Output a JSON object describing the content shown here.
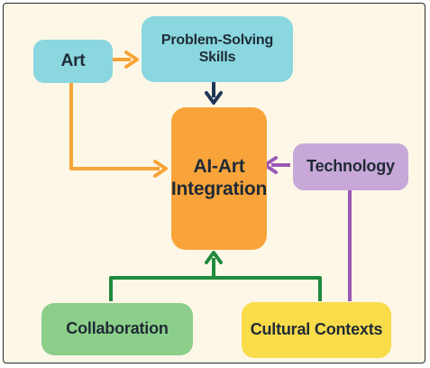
{
  "nodes": {
    "art": "Art",
    "problem_solving": "Problem-Solving Skills",
    "ai_art": "AI-Art Integration",
    "technology": "Technology",
    "collaboration": "Collaboration",
    "cultural": "Cultural Contexts"
  },
  "colors": {
    "cyan_box": "#8ad7df",
    "orange_box": "#f9a43a",
    "purple_box": "#c8a8d8",
    "green_box": "#8ccf8a",
    "yellow_box": "#f9dc4a",
    "orange_edge": "#f7a437",
    "navy_edge": "#1d3557",
    "purple_edge": "#9b59b6",
    "green_edge": "#1f8a3c",
    "background": "#fdf7e8"
  }
}
